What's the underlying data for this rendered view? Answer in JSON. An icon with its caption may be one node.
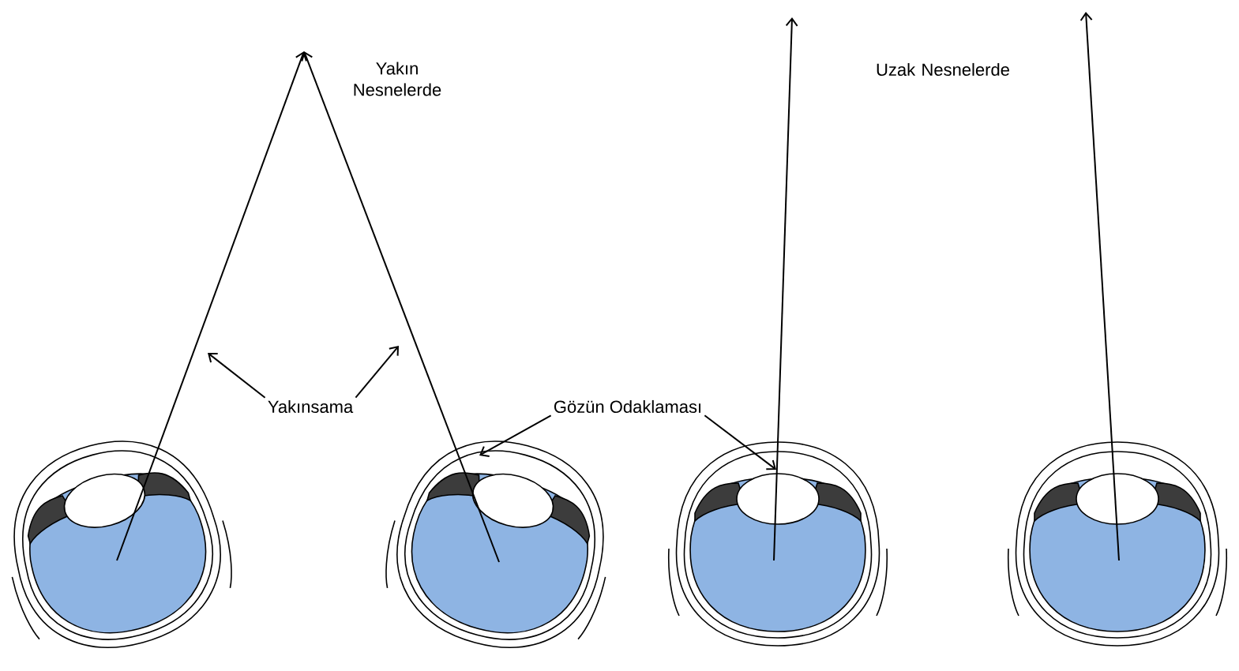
{
  "diagram": {
    "nodes": [
      {
        "text": [
          "Yakınsama"
        ]
      },
      {
        "text": [
          "Gözün Odaklaması"
        ]
      },
      {
        "text": [],
        "shape": "picture"
      },
      {
        "text": [],
        "shape": "picture"
      },
      {
        "text": [],
        "shape": "picture"
      },
      {
        "text": [],
        "shape": "picture"
      }
    ],
    "edges": [
      {
        "from": 2,
        "to": null,
        "arrow": "to"
      },
      {
        "from": 3,
        "to": null,
        "arrow": "to"
      },
      {
        "from": 4,
        "to": null,
        "arrow": "to"
      },
      {
        "from": 5,
        "to": null,
        "arrow": "to"
      },
      {
        "from": 0,
        "to": null,
        "arrow": "to"
      },
      {
        "from": 0,
        "to": null,
        "arrow": "to"
      },
      {
        "from": 1,
        "to": 3,
        "arrow": "to"
      },
      {
        "from": 1,
        "to": 4,
        "arrow": "to"
      }
    ],
    "labels": [
      "Yakın Nesnelerde",
      "Uzak Nesnelerde"
    ]
  }
}
